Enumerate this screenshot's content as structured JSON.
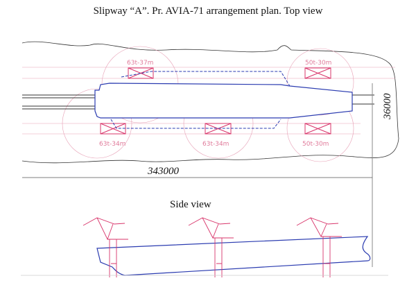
{
  "title": "Slipway “A”. Pr. AVIA-71 arrangement plan. Top view",
  "side_view_title": "Side view",
  "cranes_top": [
    "63t-37m",
    "50t-30m",
    "63t-34m",
    "63t-34m",
    "50t-30m"
  ],
  "dimensions": {
    "length": "343000",
    "width": "36000"
  },
  "colors": {
    "hull": "#2a3bb0",
    "crane": "#d8346a",
    "text": "#111111"
  }
}
